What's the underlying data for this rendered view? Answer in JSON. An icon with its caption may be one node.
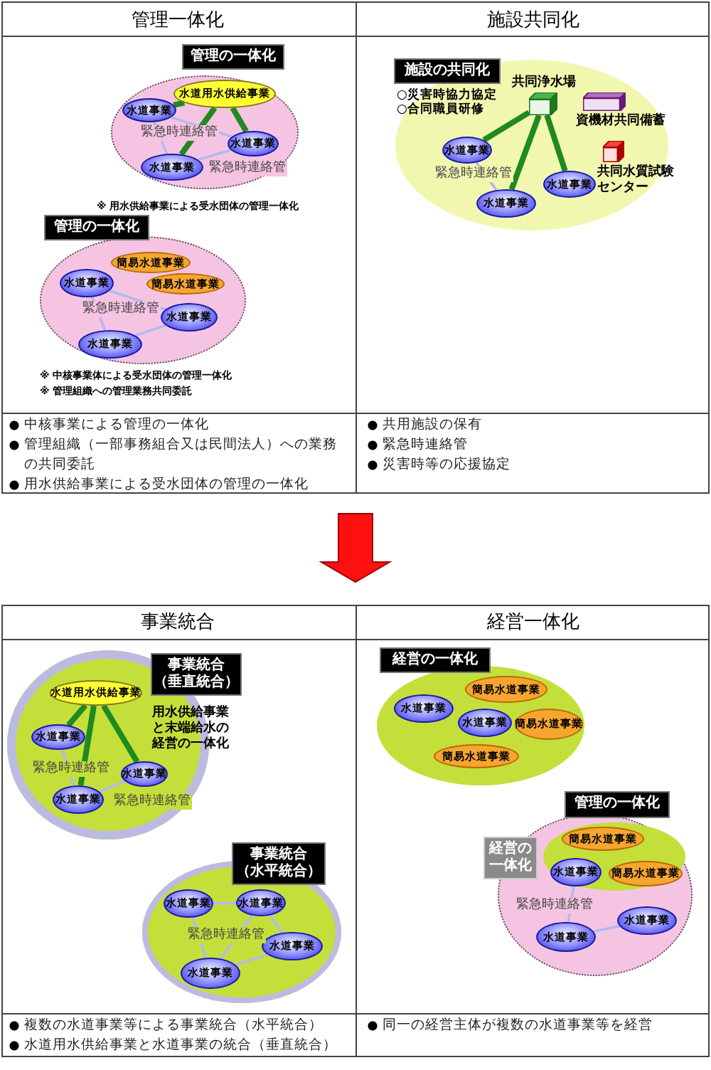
{
  "diagram": {
    "nodes": [
      {
        "text": [
          "管理の一体化"
        ],
        "beside": [
          "※ 用水供給事業による受水団体の管理一体化"
        ]
      },
      {
        "text": [
          "水道用水供給事業"
        ],
        "in": 0
      },
      {
        "text": [
          "水道事業"
        ],
        "in": 0
      },
      {
        "text": [
          "水道事業"
        ],
        "in": 0
      },
      {
        "text": [
          "水道事業"
        ],
        "in": 0
      },
      {
        "text": [
          "管理の一体化"
        ],
        "beside": [
          "※ 中核事業体による受水団体の管理一体化",
          "※ 管理組織への管理業務共同委託"
        ]
      },
      {
        "text": [
          "簡易水道事業"
        ],
        "in": 5
      },
      {
        "text": [
          "簡易水道事業"
        ],
        "in": 5
      },
      {
        "text": [
          "水道事業"
        ],
        "in": 5
      },
      {
        "text": [
          "水道事業"
        ],
        "in": 5
      },
      {
        "text": [
          "水道事業"
        ],
        "in": 5
      },
      {
        "text": [
          "施設の共同化",
          "○災害時協力協定 ○合同職員研修"
        ]
      },
      {
        "text": [
          "共同浄水場"
        ],
        "in": 11
      },
      {
        "text": [
          "資機材共同備蓄"
        ],
        "in": 11
      },
      {
        "text": [
          "共同水質試験センター"
        ],
        "in": 11
      },
      {
        "text": [
          "水道事業"
        ],
        "in": 11
      },
      {
        "text": [
          "水道事業"
        ],
        "in": 11
      },
      {
        "text": [
          "水道事業"
        ],
        "in": 11
      },
      {
        "text": [
          "事業統合（垂直統合）",
          "用水供給事業と末端給水の経営の一体化"
        ]
      },
      {
        "text": [
          "水道用水供給事業"
        ],
        "in": 18
      },
      {
        "text": [
          "水道事業"
        ],
        "in": 18
      },
      {
        "text": [
          "水道事業"
        ],
        "in": 18
      },
      {
        "text": [
          "水道事業"
        ],
        "in": 18
      },
      {
        "text": [
          "事業統合（水平統合）"
        ]
      },
      {
        "text": [
          "水道事業"
        ],
        "in": 23
      },
      {
        "text": [
          "水道事業"
        ],
        "in": 23
      },
      {
        "text": [
          "水道事業"
        ],
        "in": 23
      },
      {
        "text": [
          "水道事業"
        ],
        "in": 23
      },
      {
        "text": [
          "経営の一体化"
        ]
      },
      {
        "text": [
          "水道事業"
        ],
        "in": 28
      },
      {
        "text": [
          "簡易水道事業"
        ],
        "in": 28
      },
      {
        "text": [
          "水道事業"
        ],
        "in": 28
      },
      {
        "text": [
          "簡易水道事業"
        ],
        "in": 28
      },
      {
        "text": [
          "簡易水道事業"
        ],
        "in": 28
      },
      {
        "text": [
          "管理の一体化"
        ]
      },
      {
        "text": [
          "経営の一体化"
        ],
        "in": 34
      },
      {
        "text": [
          "簡易水道事業"
        ],
        "in": 35
      },
      {
        "text": [
          "水道事業"
        ],
        "in": 35
      },
      {
        "text": [
          "簡易水道事業"
        ],
        "in": 35
      },
      {
        "text": [
          "水道事業"
        ],
        "in": 34
      },
      {
        "text": [
          "水道事業"
        ],
        "in": 34
      }
    ],
    "edges": [
      {
        "from": 1,
        "to": 2,
        "arrow": "none",
        "style": "thick",
        "color": "#1f8a1f"
      },
      {
        "from": 1,
        "to": 3,
        "arrow": "none",
        "style": "thick",
        "color": "#1f8a1f"
      },
      {
        "from": 1,
        "to": 4,
        "arrow": "none",
        "style": "thick",
        "color": "#1f8a1f"
      },
      {
        "from": 2,
        "to": 3,
        "arrow": "none",
        "label": "緊急時連絡管"
      },
      {
        "from": 2,
        "to": 4,
        "arrow": "none"
      },
      {
        "from": 4,
        "to": 3,
        "arrow": "none",
        "label": "緊急時連絡管"
      },
      {
        "from": 8,
        "to": 9,
        "arrow": "none",
        "label": "緊急時連絡管"
      },
      {
        "from": 8,
        "to": 10,
        "arrow": "none"
      },
      {
        "from": 10,
        "to": 9,
        "arrow": "none"
      },
      {
        "from": 12,
        "to": 15,
        "arrow": "none",
        "style": "thick",
        "color": "#1f8a1f"
      },
      {
        "from": 12,
        "to": 16,
        "arrow": "none",
        "style": "thick",
        "color": "#1f8a1f"
      },
      {
        "from": 12,
        "to": 17,
        "arrow": "none",
        "style": "thick",
        "color": "#1f8a1f"
      },
      {
        "from": 15,
        "to": 16,
        "arrow": "none",
        "label": "緊急時連絡管"
      },
      {
        "from": 19,
        "to": 20,
        "arrow": "none",
        "style": "thick",
        "color": "#1f8a1f"
      },
      {
        "from": 19,
        "to": 22,
        "arrow": "none",
        "style": "thick",
        "color": "#1f8a1f"
      },
      {
        "from": 19,
        "to": 21,
        "arrow": "none",
        "style": "thick",
        "color": "#1f8a1f"
      },
      {
        "from": 20,
        "to": 22,
        "arrow": "none",
        "label": "緊急時連絡管"
      },
      {
        "from": 22,
        "to": 21,
        "arrow": "none",
        "label": "緊急時連絡管"
      },
      {
        "from": 24,
        "to": 25,
        "arrow": "none"
      },
      {
        "from": 25,
        "to": 26,
        "arrow": "none"
      },
      {
        "from": 25,
        "to": 27,
        "arrow": "none",
        "label": "緊急時連絡管"
      },
      {
        "from": 24,
        "to": 27,
        "arrow": "none"
      },
      {
        "from": 27,
        "to": 26,
        "arrow": "none"
      },
      {
        "from": 37,
        "to": 39,
        "arrow": "none",
        "label": "緊急時連絡管"
      },
      {
        "from": 39,
        "to": 40,
        "arrow": "none"
      }
    ],
    "labels": [
      "管理一体化",
      "施設共同化",
      "中核事業による管理の一体化",
      "管理組織（一部事務組合又は民間法人）への業務の共同委託",
      "用水供給事業による受水団体の管理の一体化",
      "共用施設の保有",
      "緊急時連絡管",
      "災害時等の応援協定",
      "事業統合",
      "経営一体化",
      "複数の水道事業等による事業統合（水平統合）",
      "水道用水供給事業と水道事業の統合（垂直統合）",
      "同一の経営主体が複数の水道事業等を経営"
    ]
  }
}
